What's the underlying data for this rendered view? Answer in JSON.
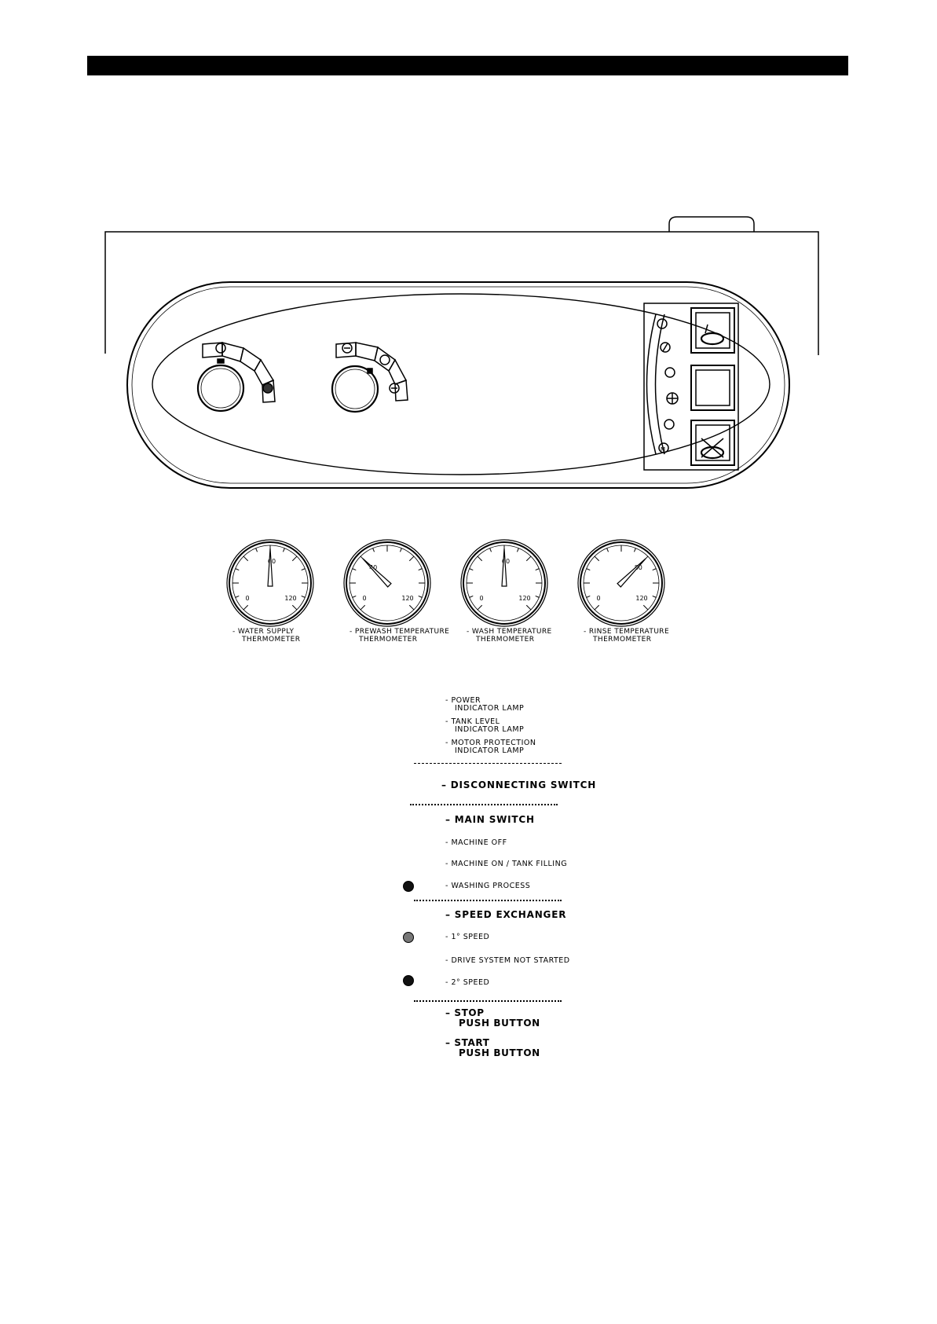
{
  "thermometers": [
    {
      "label_line1": "- WATER SUPPLY",
      "label_line2": "THERMOMETER",
      "reading": 60,
      "marked_value": "60",
      "min": "0",
      "max": "120"
    },
    {
      "label_line1": "- PREWASH TEMPERATURE",
      "label_line2": "THERMOMETER",
      "reading": 40,
      "marked_value": "40",
      "min": "0",
      "max": "120"
    },
    {
      "label_line1": "- WASH TEMPERATURE",
      "label_line2": "THERMOMETER",
      "reading": 60,
      "marked_value": "60",
      "min": "0",
      "max": "120"
    },
    {
      "label_line1": "- RINSE TEMPERATURE",
      "label_line2": "THERMOMETER",
      "reading": 80,
      "marked_value": "80",
      "min": "0",
      "max": "120"
    }
  ],
  "legend": {
    "power": {
      "line1": "- POWER",
      "line2": "INDICATOR LAMP"
    },
    "tank_level": {
      "line1": "- TANK LEVEL",
      "line2": "INDICATOR LAMP"
    },
    "motor_protection": {
      "line1": "- MOTOR PROTECTION",
      "line2": "INDICATOR LAMP"
    },
    "disconnecting_switch": "– DISCONNECTING SWITCH",
    "main_switch": "– MAIN SWITCH",
    "machine_off": "- MACHINE OFF",
    "machine_on": "- MACHINE ON / TANK FILLING",
    "washing_process": "- WASHING PROCESS",
    "speed_exchanger": "– SPEED EXCHANGER",
    "speed_1": "- 1° SPEED",
    "drive_not_started": "- DRIVE SYSTEM NOT STARTED",
    "speed_2": "- 2° SPEED",
    "stop": {
      "line1": "– STOP",
      "line2": "PUSH BUTTON"
    },
    "start": {
      "line1": "– START",
      "line2": "PUSH BUTTON"
    }
  },
  "colors": {
    "ink": "#000000",
    "paper": "#ffffff"
  }
}
